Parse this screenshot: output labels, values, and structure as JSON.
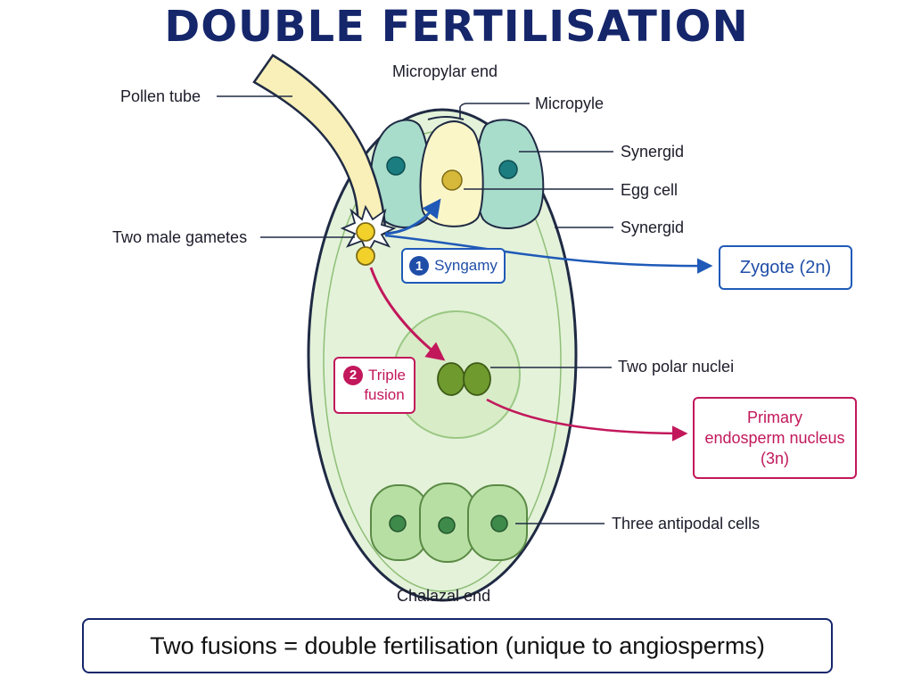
{
  "title": "DOUBLE FERTILISATION",
  "labels": {
    "micropylar_end": "Micropylar end",
    "micropyle": "Micropyle",
    "pollen_tube": "Pollen tube",
    "synergid_top": "Synergid",
    "egg_cell": "Egg cell",
    "synergid_bottom": "Synergid",
    "two_male_gametes": "Two male gametes",
    "two_polar_nuclei": "Two polar nuclei",
    "three_antipodal_cells": "Three antipodal cells",
    "chalazal_end": "Chalazal end"
  },
  "fusions": {
    "syngamy": {
      "number": "1",
      "label": "Syngamy"
    },
    "triple_fusion": {
      "number": "2",
      "line1": "Triple",
      "line2": "fusion"
    }
  },
  "results": {
    "zygote": "Zygote (2n)",
    "pen_line1": "Primary",
    "pen_line2": "endosperm nucleus",
    "pen_line3": "(3n)"
  },
  "summary": "Two fusions = double fertilisation (unique to angiosperms)",
  "colors": {
    "title": "#15266b",
    "syngamy": "#1f4ea8",
    "triple_fusion": "#c2185b",
    "sac_fill": "#e4f2da",
    "synergid_fill": "#a8dccb",
    "egg_fill": "#fbf6c8",
    "pollen_tube": "#f8f0b8",
    "polar_nuclei": "#6e9a2e",
    "antipodal_fill": "#b7dfa4"
  }
}
